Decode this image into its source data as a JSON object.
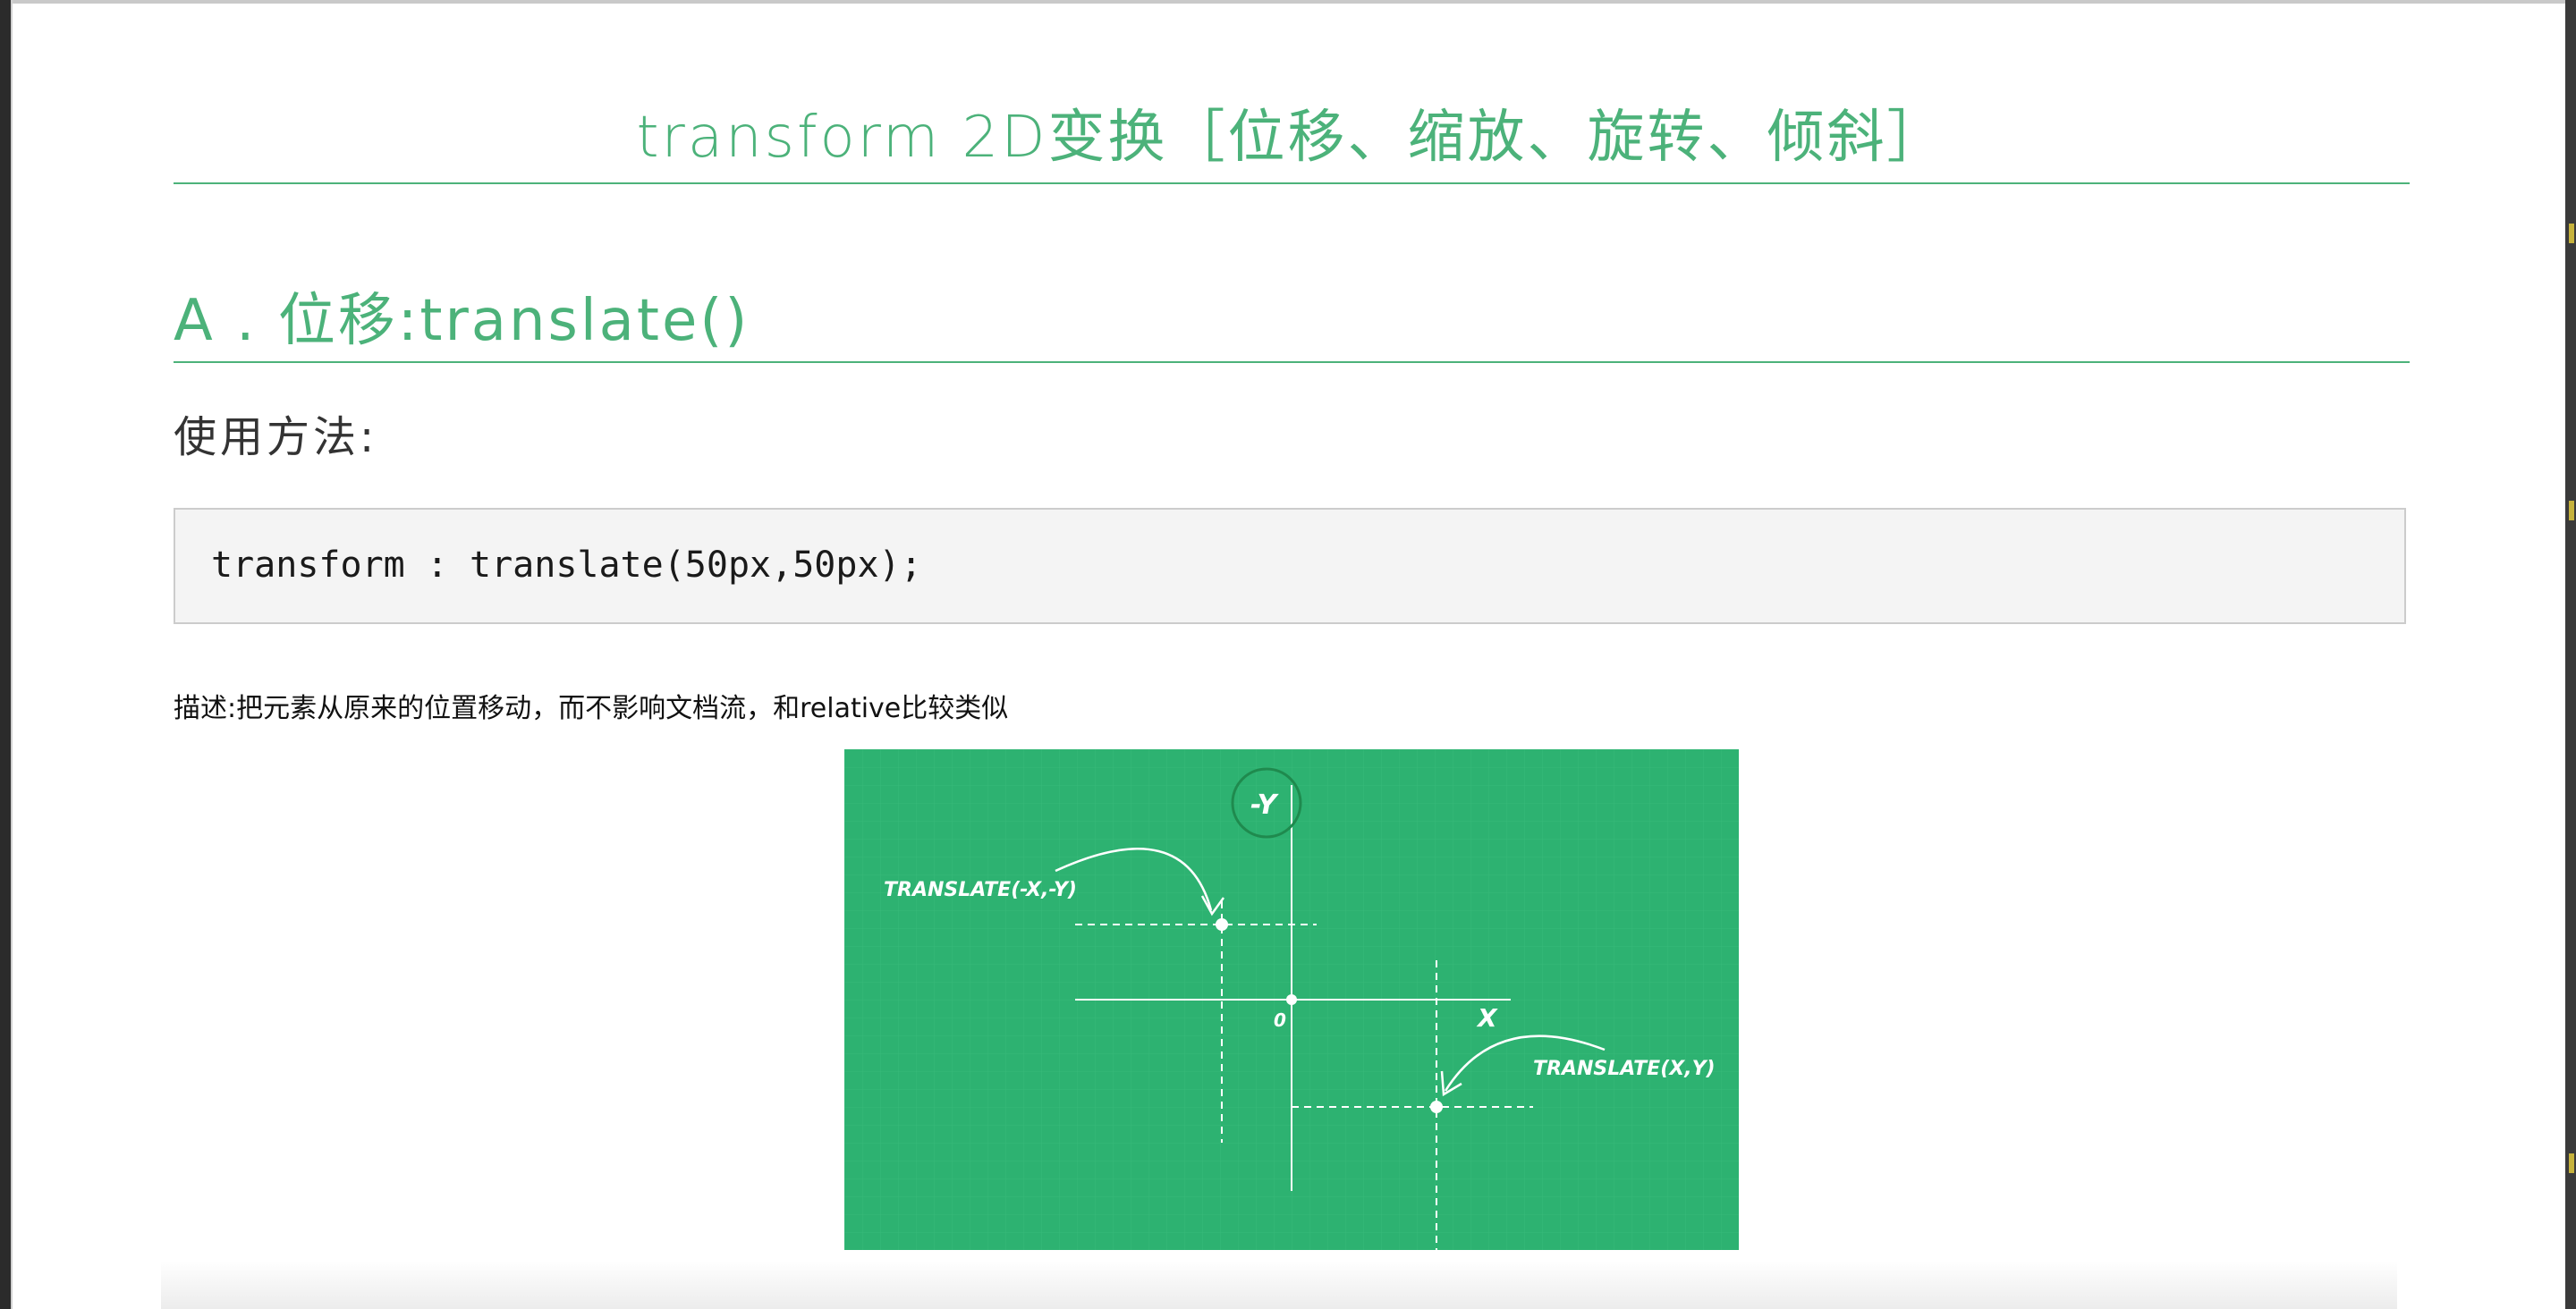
{
  "page": {
    "title": "transform 2D变换［位移、缩放、旋转、倾斜］",
    "section_heading": "A . 位移:translate()",
    "usage_label": "使用方法:",
    "code": "transform : translate(50px,50px);",
    "description": "描述:把元素从原来的位置移动，而不影响文档流，和relative比较类似"
  },
  "diagram": {
    "labels": {
      "neg_y": "-Y",
      "x_axis": "X",
      "origin": "0",
      "translate_neg": "TRANSLATE(-X,-Y)",
      "translate_pos": "TRANSLATE(X,Y)"
    },
    "colors": {
      "background": "#2db271",
      "grid": "#3fbe7f",
      "lines": "#ffffff",
      "circle": "#1f8a4e"
    }
  },
  "colors": {
    "accent": "#4cb27a",
    "code_bg": "#f4f4f4",
    "text": "#333333"
  }
}
